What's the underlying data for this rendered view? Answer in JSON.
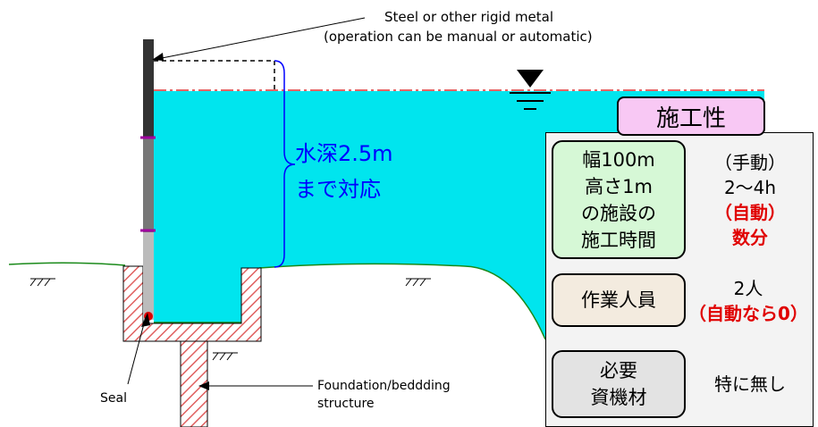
{
  "annotations": {
    "steel_line1": "Steel or other rigid metal",
    "steel_line2": "(operation can be manual or automatic)",
    "seal": "Seal",
    "foundation_line1": "Foundation/beddding",
    "foundation_line2": "structure"
  },
  "water_depth": {
    "line1": "水深2.5m",
    "line2": "まで対応"
  },
  "panel": {
    "title": "施工性",
    "rows": [
      {
        "label_lines": [
          "幅100m",
          "高さ1m",
          "の施設の",
          "施工時間"
        ],
        "values": [
          {
            "text": "（手動）",
            "emphasis": false
          },
          {
            "text": "2〜4h",
            "emphasis": false
          },
          {
            "text": "（自動）",
            "emphasis": true
          },
          {
            "text": "数分",
            "emphasis": true
          }
        ]
      },
      {
        "label_lines": [
          "作業人員"
        ],
        "values": [
          {
            "text": "2人",
            "emphasis": false
          },
          {
            "text": "（自動なら0）",
            "emphasis": true
          }
        ]
      },
      {
        "label_lines": [
          "必要",
          "資機材"
        ],
        "values": [
          {
            "text": "特に無し",
            "emphasis": false
          }
        ]
      }
    ]
  },
  "colors": {
    "water": "#00e5ee",
    "ground_line": "#1a8a1a",
    "hatch": "#e06060",
    "water_level_line": "#e03030",
    "depth_text": "#0000ff",
    "title_bg": "#f8c8f4",
    "panel_bg": "#f3f3f3",
    "row1_bg": "#d6f8d6",
    "row2_bg": "#f3ebdf",
    "row3_bg": "#e3e3e3",
    "emphasis": "#e00000"
  }
}
